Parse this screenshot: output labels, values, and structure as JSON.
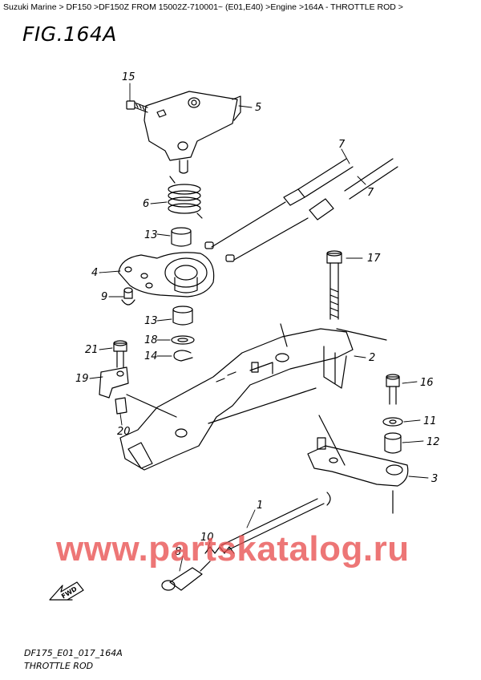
{
  "breadcrumb": {
    "items": [
      "Suzuki Marine",
      "DF150",
      "DF150Z FROM 15002Z-710001~ (E01,E40)",
      "Engine",
      "164A - THROTTLE ROD"
    ],
    "separator": ">"
  },
  "figure": {
    "title": "FIG.164A",
    "code": "DF175_E01_017_164A",
    "name": "THROTTLE ROD"
  },
  "watermark": "www.partskatalog.ru",
  "direction_marker": "FWD",
  "callouts": {
    "c1": "1",
    "c2": "2",
    "c3": "3",
    "c4": "4",
    "c5": "5",
    "c6": "6",
    "c7a": "7",
    "c7b": "7",
    "c8": "8",
    "c9": "9",
    "c10": "10",
    "c11": "11",
    "c12": "12",
    "c13a": "13",
    "c13b": "13",
    "c14": "14",
    "c15": "15",
    "c16": "16",
    "c17": "17",
    "c18": "18",
    "c19": "19",
    "c20": "20",
    "c21": "21"
  },
  "colors": {
    "line": "#000000",
    "watermark": "#e85050"
  }
}
